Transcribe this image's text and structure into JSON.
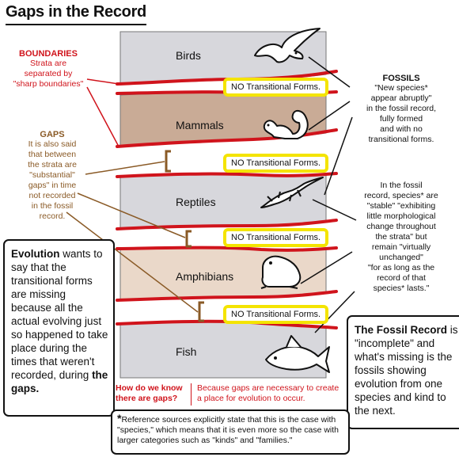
{
  "title": "Gaps in the Record",
  "layers": [
    {
      "label": "Birds"
    },
    {
      "label": "Mammals"
    },
    {
      "label": "Reptiles"
    },
    {
      "label": "Amphibians"
    },
    {
      "label": "Fish"
    }
  ],
  "no_transitional_label": "NO Transitional Forms.",
  "colors": {
    "boundary_red": "#d0141c",
    "gap_brown": "#8a5a26",
    "highlight_yellow": "#f4e400",
    "stratum_gray": "#d7d7dc",
    "stratum_tan": "#c9ab96",
    "stratum_beige": "#ead8c9"
  },
  "boundaries": {
    "heading": "BOUNDARIES",
    "text": [
      "Strata are",
      "separated by",
      "\"sharp boundaries\""
    ]
  },
  "gaps": {
    "heading": "GAPS",
    "text": [
      "It is also said",
      "that between",
      "the strata are",
      "\"substantial\"",
      "gaps\" in time",
      "not recorded",
      "in the fossil",
      "record."
    ]
  },
  "fossils": {
    "heading": "FOSSILS",
    "text": [
      "\"New species*",
      "appear abruptly\"",
      "in the fossil record,",
      "fully formed",
      "and with no",
      "transitional forms."
    ]
  },
  "stability": {
    "text": [
      "In the fossil",
      "record, species* are",
      "\"stable\" \"exhibiting",
      "little morphological",
      "change throughout",
      "the strata\"  but",
      "remain \"virtually",
      "unchanged\"",
      "\"for as long as the",
      "record of that",
      "species* lasts.\""
    ]
  },
  "evolution_panel": {
    "bold": "Evolution",
    "text": " wants to say that the transitional forms are missing because all the actual evolving just so happened to take place during the times that weren't recorded, during ",
    "bold_end": "the gaps."
  },
  "fossil_record_panel": {
    "bold": "The Fossil Record",
    "text": " is \"incomplete\" and what's missing is the fossils showing evolution from one species and kind to the next."
  },
  "question": "How do we know there are gaps?",
  "answer": "Because gaps are necessary to create a place for evolution to occur.",
  "reference_note": "Reference sources explicitly state that this is the case with \"species,\" which means that it is even more so the case with larger categories such as \"kinds\" and \"families.\"",
  "reference_star": "*",
  "icons": [
    "bird-icon",
    "squirrel-icon",
    "lizard-icon",
    "frog-icon",
    "fish-icon"
  ]
}
